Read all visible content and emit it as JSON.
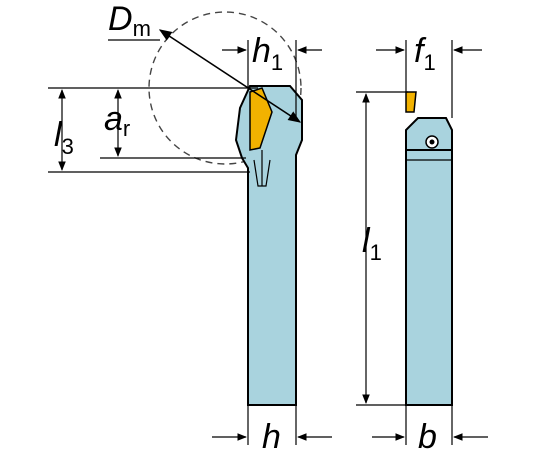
{
  "labels": {
    "dm": {
      "main": "D",
      "sub": "m"
    },
    "h1": {
      "main": "h",
      "sub": "1"
    },
    "f1": {
      "main": "f",
      "sub": "1"
    },
    "l3": {
      "main": "l",
      "sub": "3"
    },
    "ar": {
      "main": "a",
      "sub": "r"
    },
    "l1": {
      "main": "l",
      "sub": "1"
    },
    "h": {
      "main": "h",
      "sub": ""
    },
    "b": {
      "main": "b",
      "sub": ""
    }
  },
  "colors": {
    "tool_body": "#a9d3de",
    "insert": "#f2b200",
    "outline": "#000000",
    "background": "#ffffff"
  }
}
